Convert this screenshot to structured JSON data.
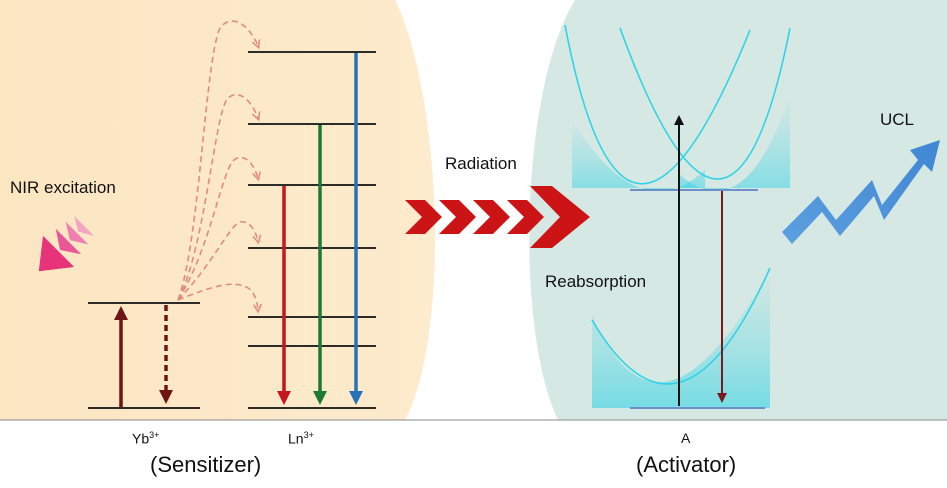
{
  "labels": {
    "nir_excitation": "NIR excitation",
    "radiation": "Radiation",
    "reabsorption": "Reabsorption",
    "ucl": "UCL",
    "yb_base": "Yb",
    "yb_charge": "3+",
    "ln_base": "Ln",
    "ln_charge": "3+",
    "activator_ion": "A",
    "sensitizer": "(Sensitizer)",
    "activator": "(Activator)"
  },
  "colors": {
    "sensitizer_bg": "#fbe8c6",
    "activator_bg": "#d5e8e3",
    "parabola": "#2ed3e6",
    "excitation_arrow": "#e6337a",
    "chevron": "#cc1417",
    "ucl_arrow": "#4d8fd6",
    "yb_arrow": "#6e1515",
    "transfer_dash": "#e08c80",
    "red_emission": "#c4161c",
    "green_emission": "#1c7a34",
    "blue_emission": "#2a72b8",
    "activator_level": "#6b90c8",
    "activator_down": "#7a1a1a",
    "level_line": "#111111"
  }
}
